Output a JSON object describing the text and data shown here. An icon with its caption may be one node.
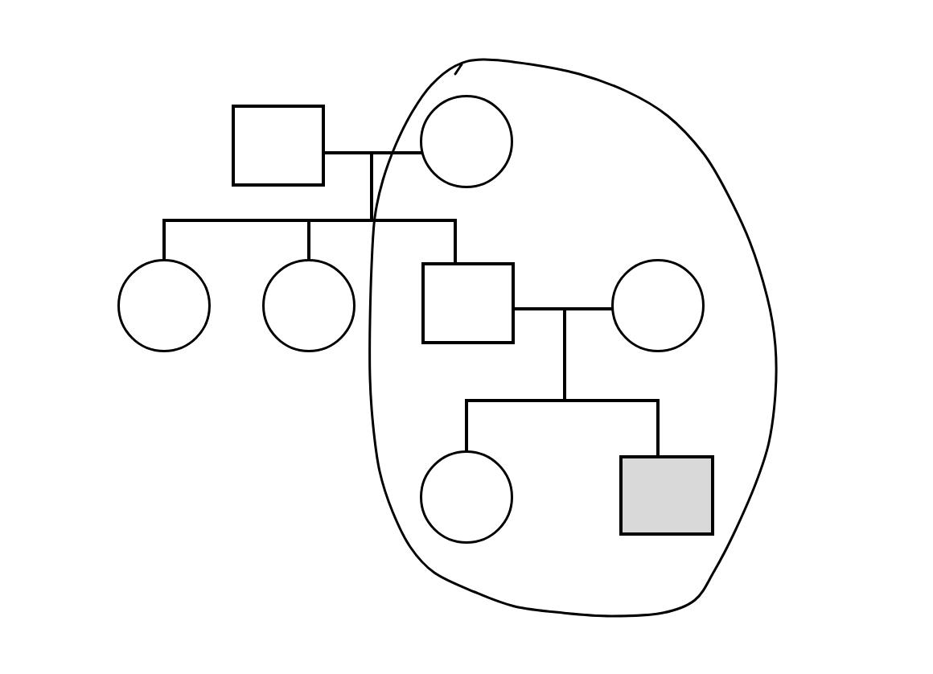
{
  "diagram": {
    "nodes": [
      {
        "text": [],
        "shape": "box"
      },
      {
        "text": [],
        "shape": "loop"
      },
      {
        "text": [],
        "shape": "circle",
        "in": 1
      },
      {
        "text": [],
        "shape": "circle"
      },
      {
        "text": [],
        "shape": "circle"
      },
      {
        "text": [],
        "shape": "box",
        "in": 1
      },
      {
        "text": [],
        "shape": "circle",
        "in": 1
      },
      {
        "text": [],
        "shape": "circle",
        "in": 1
      },
      {
        "text": [],
        "shape": "shaded",
        "in": 1
      }
    ],
    "edges": [
      {
        "from": 0,
        "to": 2,
        "arrow": "none"
      },
      {
        "from": 0,
        "to": 3,
        "arrow": "none"
      },
      {
        "from": 2,
        "to": 3,
        "arrow": "none"
      },
      {
        "from": 0,
        "to": 4,
        "arrow": "none"
      },
      {
        "from": 2,
        "to": 4,
        "arrow": "none"
      },
      {
        "from": 0,
        "to": 5,
        "arrow": "none"
      },
      {
        "from": 2,
        "to": 5,
        "arrow": "none"
      },
      {
        "from": 5,
        "to": 6,
        "arrow": "none"
      },
      {
        "from": 5,
        "to": 7,
        "arrow": "none"
      },
      {
        "from": 6,
        "to": 7,
        "arrow": "none"
      },
      {
        "from": 5,
        "to": 8,
        "arrow": "none"
      },
      {
        "from": 6,
        "to": 8,
        "arrow": "none"
      }
    ]
  }
}
